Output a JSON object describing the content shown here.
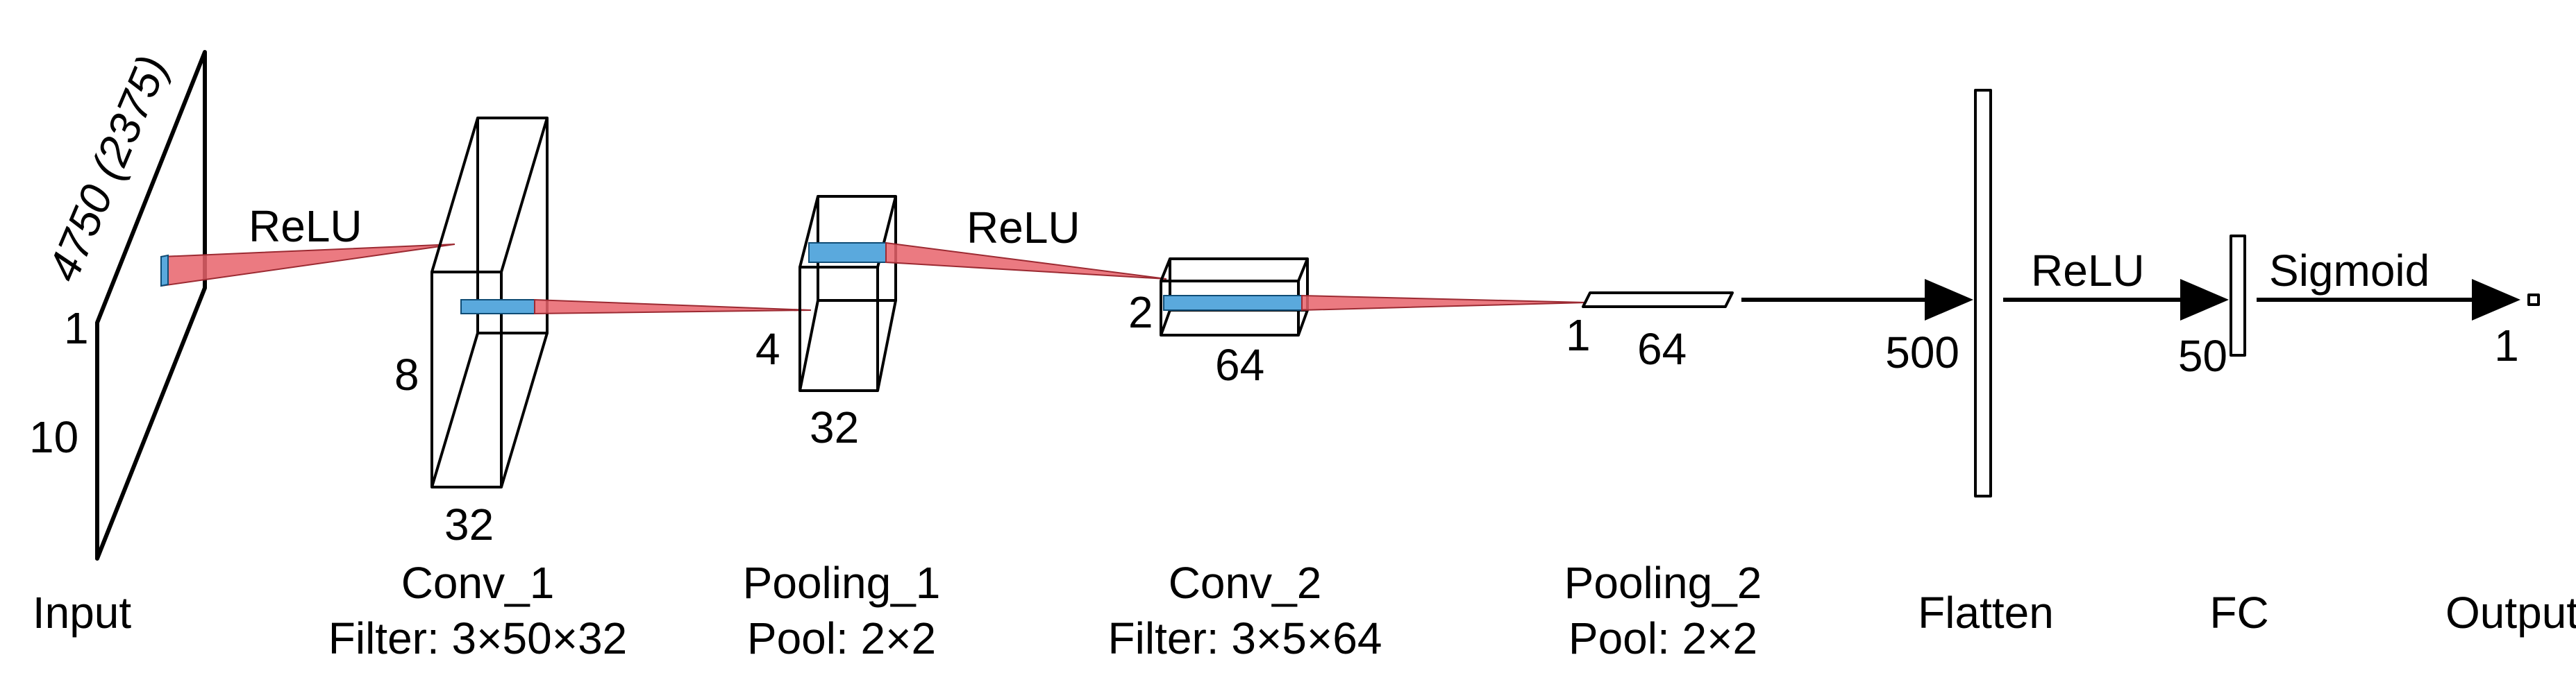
{
  "input": {
    "dims": [
      "4750 (2375)",
      "1",
      "10"
    ],
    "caption": "Input"
  },
  "conv1": {
    "dims": [
      "8",
      "32"
    ],
    "caption": "Conv_1",
    "detail": "Filter: 3×50×32",
    "activation_in": "ReLU"
  },
  "pool1": {
    "dims": [
      "4",
      "32"
    ],
    "caption": "Pooling_1",
    "detail": "Pool: 2×2"
  },
  "conv2": {
    "dims": [
      "2",
      "64"
    ],
    "caption": "Conv_2",
    "detail": "Filter: 3×5×64",
    "activation_in": "ReLU"
  },
  "pool2": {
    "dims": [
      "1",
      "64"
    ],
    "caption": "Pooling_2",
    "detail": "Pool: 2×2"
  },
  "flatten": {
    "size": "500",
    "caption": "Flatten"
  },
  "fc": {
    "size": "50",
    "caption": "FC",
    "activation_in": "ReLU"
  },
  "output": {
    "size": "1",
    "caption": "Output",
    "activation_in": "Sigmoid"
  }
}
